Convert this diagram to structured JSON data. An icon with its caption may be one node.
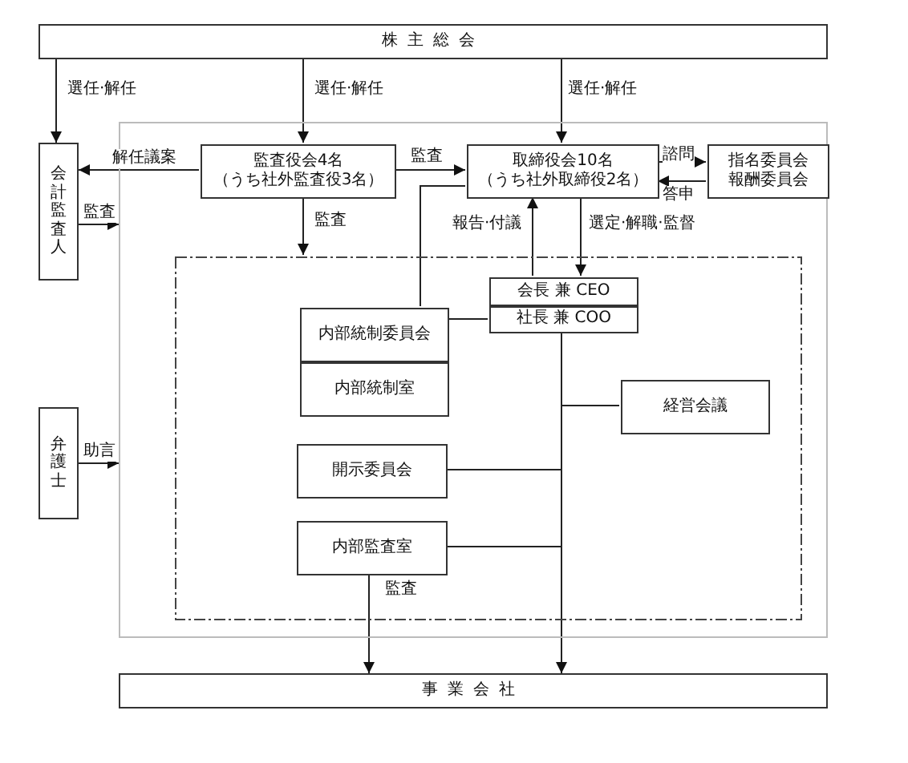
{
  "diagram": {
    "nodes": [
      {
        "text": [
          "株主総会"
        ]
      },
      {
        "text": [],
        "shape": "box"
      },
      {
        "text": [
          "会計監査人"
        ]
      },
      {
        "text": [
          "監査役会4名",
          "（うち社外監査役3名）"
        ],
        "in": 1
      },
      {
        "text": [
          "取締役会10名",
          "（うち社外取締役2名）"
        ],
        "in": 1
      },
      {
        "text": [
          "指名委員会",
          "報酬委員会"
        ],
        "in": 1
      },
      {
        "text": [],
        "shape": "box",
        "in": 1
      },
      {
        "text": [
          "会長 兼 CEO"
        ],
        "in": 6
      },
      {
        "text": [
          "社長 兼 COO"
        ],
        "in": 6
      },
      {
        "text": [
          "内部統制委員会"
        ],
        "in": 6
      },
      {
        "text": [
          "内部統制室"
        ],
        "in": 6
      },
      {
        "text": [
          "経営会議"
        ],
        "in": 6
      },
      {
        "text": [
          "開示委員会"
        ],
        "in": 6
      },
      {
        "text": [
          "内部監査室"
        ],
        "in": 6
      },
      {
        "text": [
          "弁護士"
        ]
      },
      {
        "text": [
          "事業会社"
        ]
      }
    ],
    "edges": [
      {
        "from": 0,
        "to": 2,
        "arrow": "to",
        "label": "選任·解任"
      },
      {
        "from": 0,
        "to": 3,
        "arrow": "to",
        "label": "選任·解任"
      },
      {
        "from": 0,
        "to": 4,
        "arrow": "to",
        "label": "選任·解任"
      },
      {
        "from": 3,
        "to": 2,
        "arrow": "to",
        "label": "解任議案"
      },
      {
        "from": 3,
        "to": 4,
        "arrow": "to",
        "label": "監査"
      },
      {
        "from": 4,
        "to": 5,
        "arrow": "to",
        "label": "諮問"
      },
      {
        "from": 5,
        "to": 4,
        "arrow": "to",
        "label": "答申"
      },
      {
        "from": 3,
        "to": 6,
        "arrow": "to",
        "label": "監査"
      },
      {
        "from": 2,
        "to": 1,
        "arrow": "to",
        "label": "監査"
      },
      {
        "from": 7,
        "to": 4,
        "arrow": "to",
        "label": "報告·付議"
      },
      {
        "from": 4,
        "to": 7,
        "arrow": "to",
        "label": "選定·解職·監督"
      },
      {
        "from": 4,
        "to": 9,
        "arrow": "none"
      },
      {
        "from": 9,
        "to": 8,
        "arrow": "none"
      },
      {
        "from": 8,
        "to": 11,
        "arrow": "none"
      },
      {
        "from": 8,
        "to": 12,
        "arrow": "none"
      },
      {
        "from": 8,
        "to": 13,
        "arrow": "none"
      },
      {
        "from": 8,
        "to": 15,
        "arrow": "to"
      },
      {
        "from": 13,
        "to": 15,
        "arrow": "to",
        "label": "監査"
      },
      {
        "from": 14,
        "to": 1,
        "arrow": "to",
        "label": "助言"
      }
    ]
  }
}
